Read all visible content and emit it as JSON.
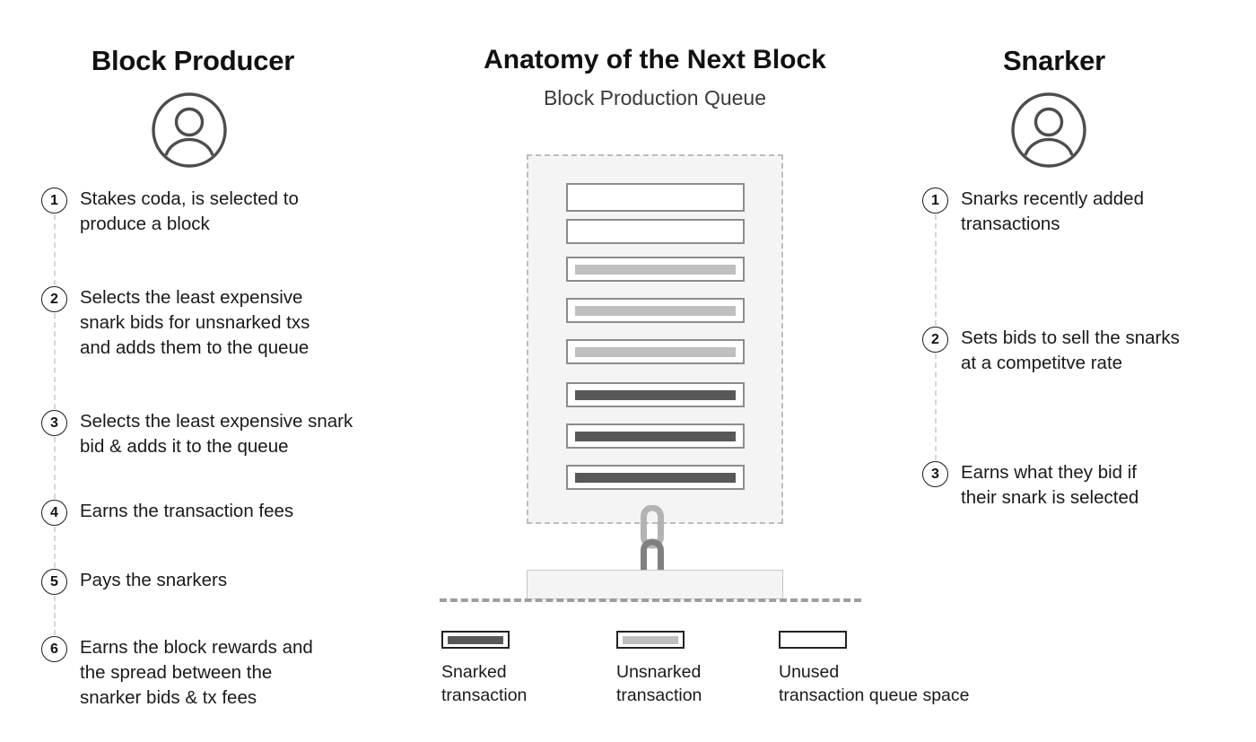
{
  "left_column": {
    "title": "Block Producer",
    "avatar_icon": "user-avatar-icon",
    "steps": [
      {
        "num": "1",
        "text": "Stakes coda, is selected to\nproduce a block"
      },
      {
        "num": "2",
        "text": "Selects the least expensive\nsnark bids for unsnarked txs\nand adds them to the queue"
      },
      {
        "num": "3",
        "text": "Selects the least expensive snark\nbid & adds it to the queue"
      },
      {
        "num": "4",
        "text": "Earns the transaction fees"
      },
      {
        "num": "5",
        "text": "Pays the snarkers"
      },
      {
        "num": "6",
        "text": "Earns the block rewards and\nthe spread between the\nsnarker bids & tx fees"
      }
    ]
  },
  "center": {
    "title": "Anatomy of the Next Block",
    "subtitle": "Block Production Queue",
    "chain_icon": "chain-link-icon",
    "queue_slots": [
      {
        "state": "unused"
      },
      {
        "state": "unused"
      },
      {
        "state": "unsnarked"
      },
      {
        "state": "unsnarked"
      },
      {
        "state": "unsnarked"
      },
      {
        "state": "snarked"
      },
      {
        "state": "snarked"
      },
      {
        "state": "snarked"
      }
    ]
  },
  "right_column": {
    "title": "Snarker",
    "avatar_icon": "user-avatar-icon",
    "steps": [
      {
        "num": "1",
        "text": "Snarks recently added\ntransactions"
      },
      {
        "num": "2",
        "text": "Sets bids to sell the snarks\nat a competitve rate"
      },
      {
        "num": "3",
        "text": "Earns what they bid if\ntheir snark is selected"
      }
    ]
  },
  "legend": [
    {
      "state": "snarked",
      "label": "Snarked\ntransaction"
    },
    {
      "state": "unsnarked",
      "label": "Unsnarked\ntransaction"
    },
    {
      "state": "unused",
      "label": "Unused\ntransaction queue space"
    }
  ],
  "colors": {
    "snarked": "#585858",
    "unsnarked": "#bfbfbf",
    "unused": "#ffffff",
    "slot_border": "#8c8c8c",
    "queue_bg": "#f4f4f4",
    "queue_border": "#bdbdbd",
    "text": "#1a1a1a"
  }
}
